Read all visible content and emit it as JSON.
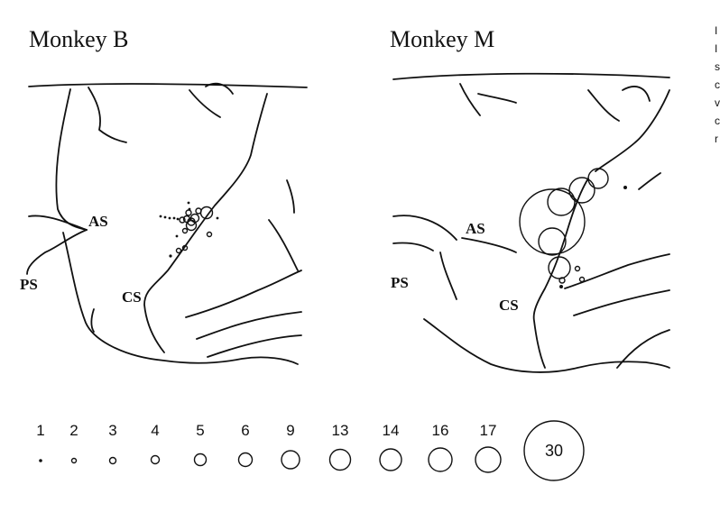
{
  "panels": [
    {
      "title": "Monkey B",
      "labels": {
        "as": "AS",
        "ps": "PS",
        "cs": "CS"
      }
    },
    {
      "title": "Monkey M",
      "labels": {
        "as": "AS",
        "ps": "PS",
        "cs": "CS"
      }
    }
  ],
  "legend": {
    "items": [
      {
        "label": "1"
      },
      {
        "label": "2"
      },
      {
        "label": "3"
      },
      {
        "label": "4"
      },
      {
        "label": "5"
      },
      {
        "label": "6"
      },
      {
        "label": "9"
      },
      {
        "label": "13"
      },
      {
        "label": "14"
      },
      {
        "label": "16"
      },
      {
        "label": "17"
      },
      {
        "label": "30"
      }
    ]
  },
  "edge_text": [
    "I",
    "I",
    "s",
    "c",
    "v",
    "c",
    "r"
  ]
}
